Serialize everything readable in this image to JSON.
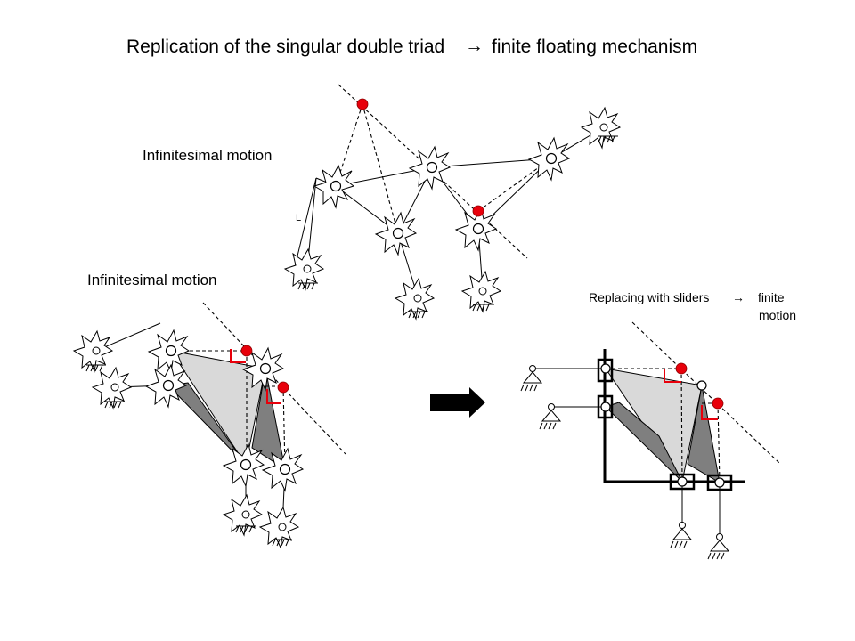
{
  "slide": {
    "title_pre": "Replication of the singular double triad",
    "title_post": "finite floating mechanism",
    "arrow_glyph": "→"
  },
  "top_panel": {
    "label": "Infinitesimal motion",
    "link_letter": "L"
  },
  "left_panel": {
    "label": "Infinitesimal motion"
  },
  "right_panel": {
    "label_line1_pre": "Replacing with sliders",
    "label_line1_post": "finite",
    "label_line2": "motion"
  },
  "colors": {
    "pole": "#e8000b",
    "right_angle": "#e8000b",
    "light_triangle": "#d9d9d9",
    "dark_triangle": "#7f7f7f",
    "line": "#000000"
  },
  "icons": [
    "star-joint-icon",
    "ground-support-icon",
    "pin-support-icon",
    "slider-icon",
    "big-right-arrow-icon"
  ]
}
